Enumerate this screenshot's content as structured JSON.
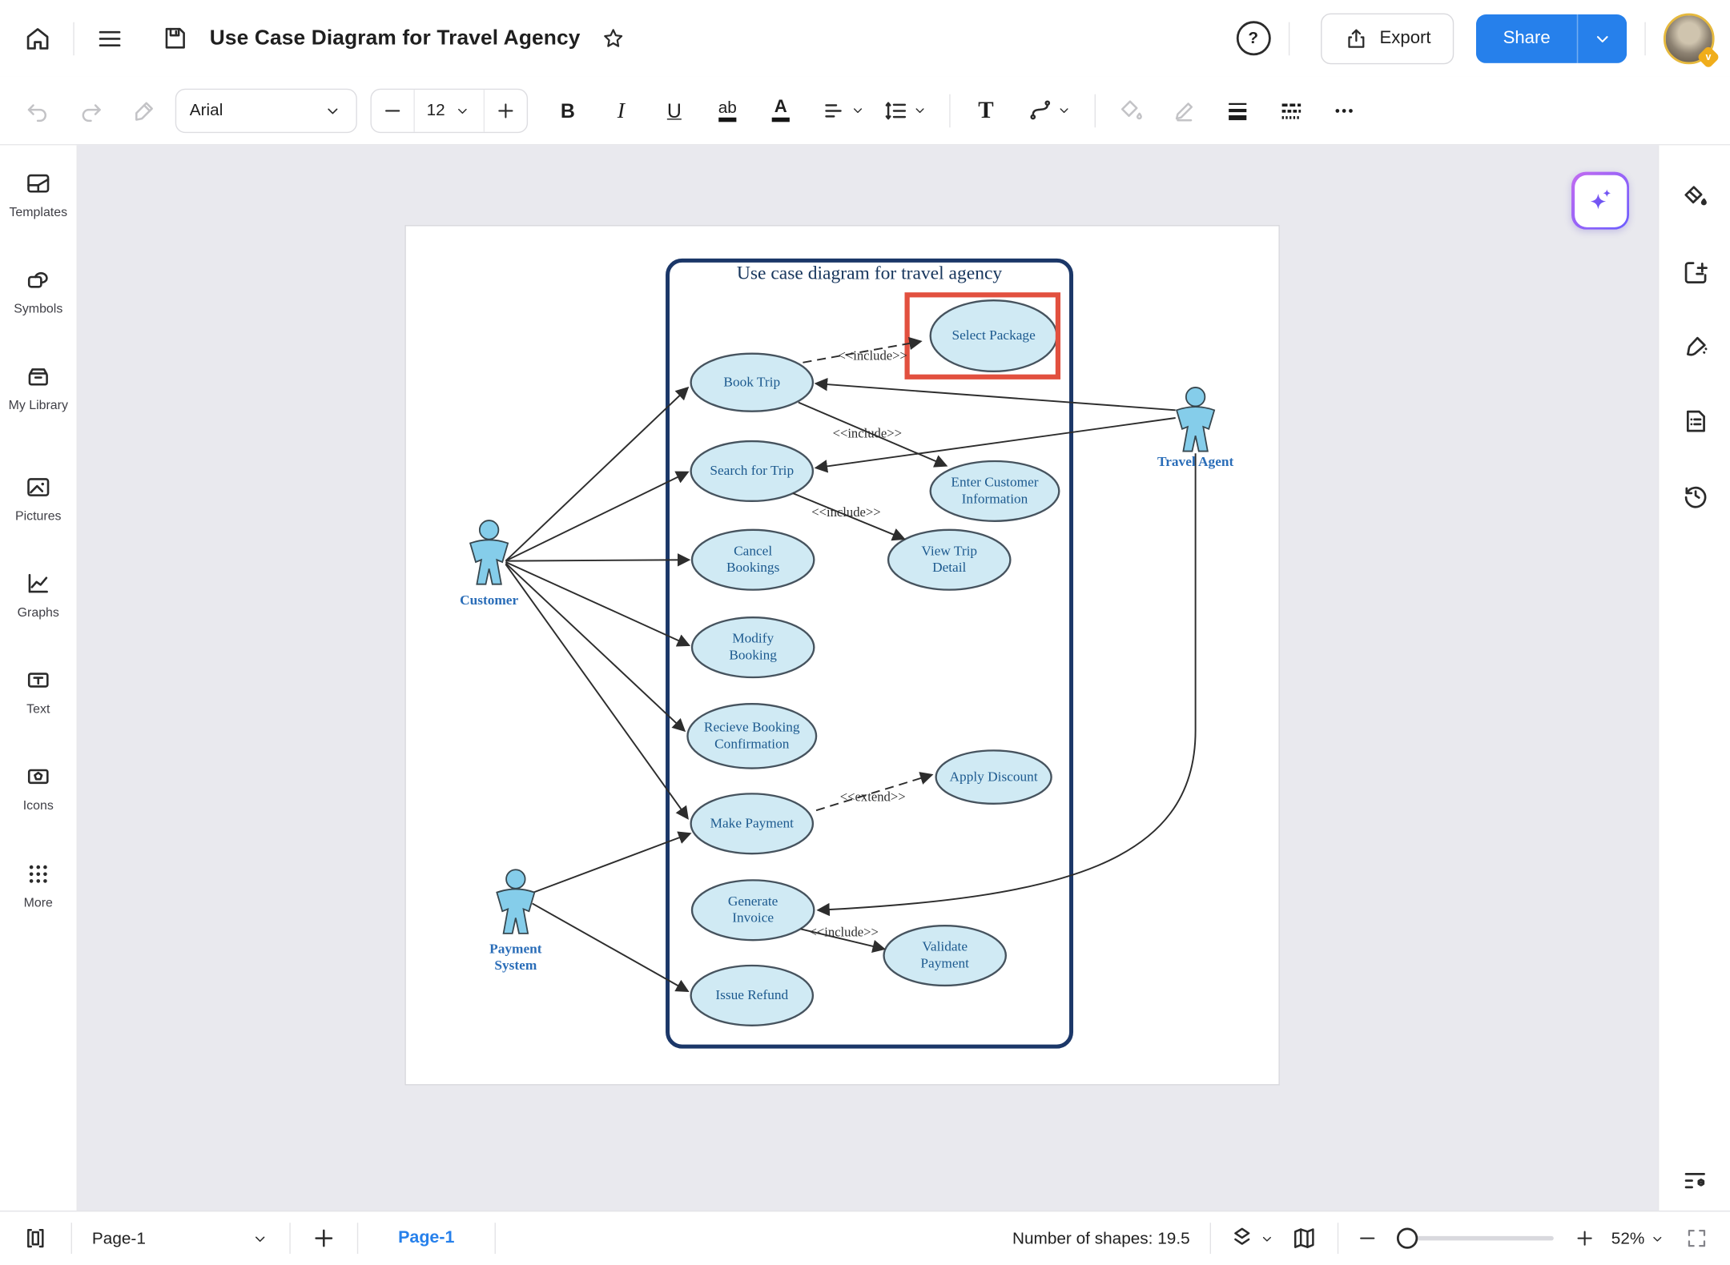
{
  "header": {
    "doc_title": "Use Case Diagram for Travel Agency",
    "help_glyph": "?",
    "export_label": "Export",
    "share_label": "Share"
  },
  "toolbar": {
    "font_family": "Arial",
    "font_size": "12",
    "glyphs": {
      "bold": "B",
      "italic": "I",
      "underline": "U",
      "strikethrough": "ab",
      "font_color": "A",
      "text_tool": "T"
    }
  },
  "left_sidebar": {
    "items": [
      "Templates",
      "Symbols",
      "My Library",
      "Pictures",
      "Graphs",
      "Text",
      "Icons",
      "More"
    ]
  },
  "status_bar": {
    "page_dropdown_label": "Page-1",
    "active_page_tab": "Page-1",
    "shapes_count": "Number of shapes: 19.5",
    "zoom_percent": "52%"
  },
  "diagram": {
    "title": "Use case diagram for travel agency",
    "actors": [
      {
        "name": "Customer"
      },
      {
        "name": "Travel Agent"
      },
      {
        "name": "Payment System"
      }
    ],
    "use_cases": [
      {
        "label": "Select Package",
        "highlighted": true
      },
      {
        "label": "Book Trip"
      },
      {
        "label": "Search for Trip"
      },
      {
        "label": "Enter Customer Information"
      },
      {
        "label": "Cancel Bookings"
      },
      {
        "label": "View Trip Detail"
      },
      {
        "label": "Modify Booking"
      },
      {
        "label": "Recieve Booking Confirmation"
      },
      {
        "label": "Apply Discount"
      },
      {
        "label": "Make Payment"
      },
      {
        "label": "Generate Invoice"
      },
      {
        "label": "Validate Payment"
      },
      {
        "label": "Issue Refund"
      }
    ],
    "connector_labels": {
      "include": "<<include>>",
      "extend": "<<extend>>"
    }
  },
  "icons": {
    "home": "house",
    "menu": "hamburger",
    "save": "floppy-disk",
    "favorite": "star-outline",
    "help": "question-circle",
    "export": "share-up-arrow",
    "share_caret": "chevron-down",
    "undo": "arrow-undo",
    "redo": "arrow-redo",
    "format_painter": "paint-roller",
    "align": "text-align-lines",
    "line_spacing": "arrows-lines",
    "connector": "elbow-line",
    "fill_color": "paint-bucket",
    "border_color": "pen",
    "line_weight": "stacked-bars",
    "line_style": "dashed-rows",
    "more_tools": "ellipsis",
    "templates": "layout-card",
    "symbols": "overlapping-shapes",
    "my_library": "storage-box",
    "pictures": "image-mountain",
    "graphs": "line-chart",
    "text": "boxed-t",
    "icons": "boxed-pentagon",
    "more": "dot-grid",
    "ai_assistant": "sparkles",
    "panel_fill": "paint-bucket-drop",
    "panel_frame": "frame-plus",
    "panel_theme": "brush-sparkle",
    "panel_notes": "document-list",
    "panel_history": "clock-ccw",
    "panel_manage": "lines-gear",
    "pages_panel": "bracket-page",
    "add_page": "plus",
    "layers": "stacked-diamonds",
    "minimap": "folded-map",
    "zoom_out": "minus",
    "zoom_in": "plus",
    "fullscreen": "corner-brackets"
  },
  "colors": {
    "accent_blue": "#2680eb",
    "highlight_red": "#e2503f",
    "usecase_fill": "#d0eaf4",
    "usecase_stroke": "#46535e",
    "diagram_border": "#1b3768",
    "diagram_text": "#1d5a8f",
    "actor_fill": "#85cdea",
    "actor_label": "#2a6db8",
    "canvas_bg": "#e9e9ee"
  }
}
